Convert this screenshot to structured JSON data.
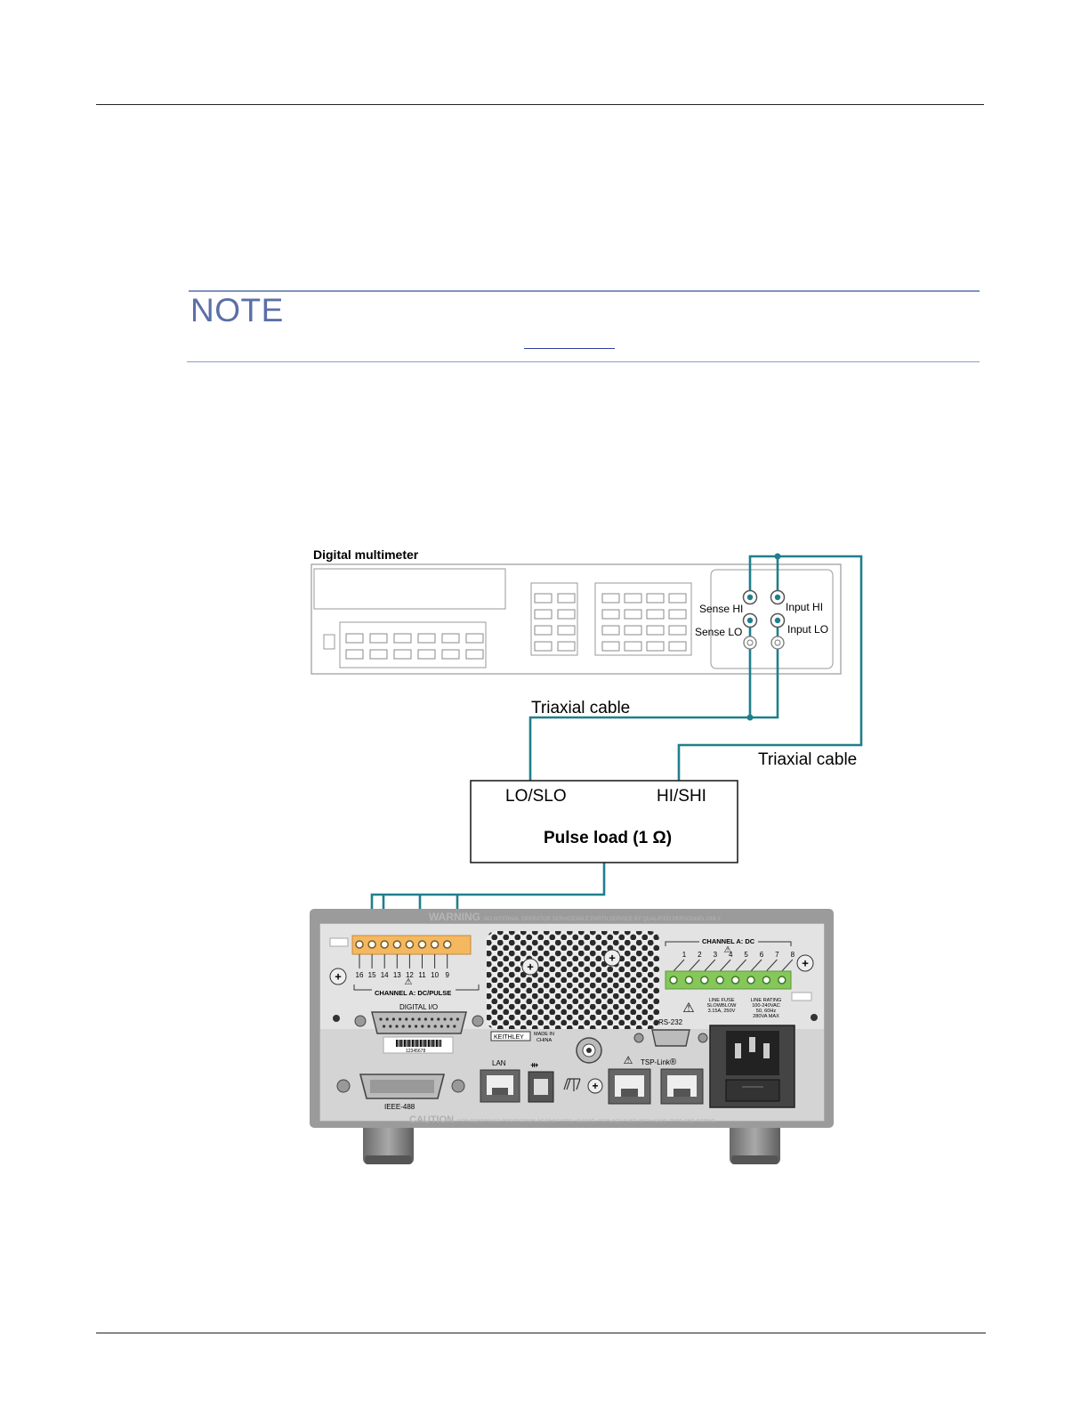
{
  "note": {
    "title": "NOTE",
    "title_color": "#5b6fa8"
  },
  "diagram": {
    "dmm_title": "Digital multimeter",
    "sense_hi": "Sense HI",
    "sense_lo": "Sense LO",
    "input_hi": "Input HI",
    "input_lo": "Input LO",
    "cable_top": "Triaxial cable",
    "cable_right": "Triaxial cable",
    "load_lo": "LO/SLO",
    "load_hi": "HI/SHI",
    "load_name": "Pulse load (1 Ω)",
    "rear": {
      "warning_head": "WARNING",
      "warning_text": "NO INTERNAL OPERATOR SERVICEABLE PARTS,SERVICE BY QUALIFIED PERSONNEL ONLY.",
      "pins_left": [
        "16",
        "15",
        "14",
        "13",
        "12",
        "11",
        "10",
        "9"
      ],
      "pulse_label": "CHANNEL A: DC/PULSE",
      "dc_label": "CHANNEL A: DC",
      "pins_right": [
        "1",
        "2",
        "3",
        "4",
        "5",
        "6",
        "7",
        "8"
      ],
      "digital_io": "DIGITAL I/O",
      "barcode_number": "12345678",
      "brand": "KEITHLEY",
      "made_in": "MADE IN",
      "made_country": "CHINA",
      "rs232": "RS-232",
      "lan": "LAN",
      "tsp_link": "TSP-Link",
      "registered": "®",
      "ieee": "IEEE-488",
      "fuse_1": "LINE FUSE",
      "fuse_2": "SLOWBLOW",
      "fuse_3": "3.15A, 250V",
      "rating_1": "LINE RATING",
      "rating_2": "100-240VAC",
      "rating_3": "50, 60Hz",
      "rating_4": "280VA MAX",
      "caution_head": "CAUTION",
      "caution_text": "FOR CONTINUED PROTECTION AGAINST FIRE HAZARD, REPLACE FUSE WITH SAME TYPE AND RATING."
    },
    "colors": {
      "wire": "#1f7f8c",
      "terminal": "#f4b860",
      "dc_terminal": "#86c65a"
    }
  }
}
